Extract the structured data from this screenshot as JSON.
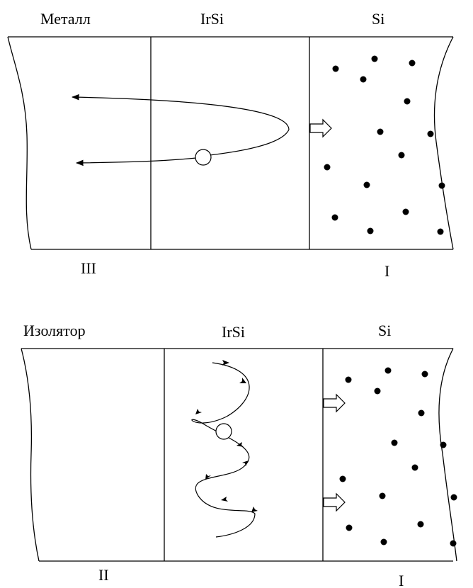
{
  "panels": {
    "top": {
      "labels": {
        "left": "Металл",
        "middle": "IrSi",
        "right": "Si"
      },
      "regions": {
        "left": "III",
        "right": "I"
      }
    },
    "bottom": {
      "labels": {
        "left": "Изолятор",
        "middle": "IrSi",
        "right": "Si"
      },
      "regions": {
        "left": "II",
        "right": "I"
      }
    }
  }
}
